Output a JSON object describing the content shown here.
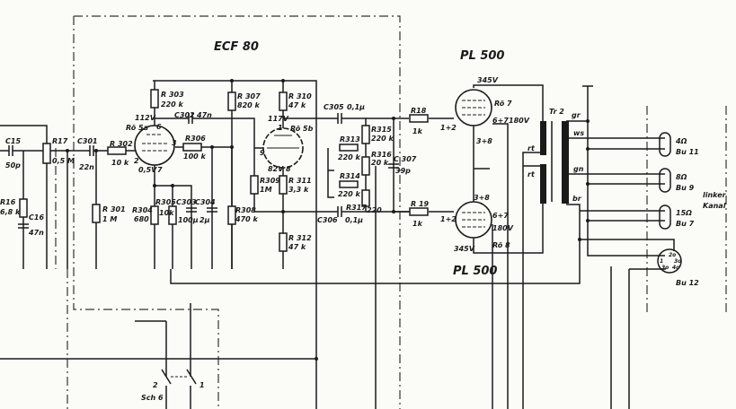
{
  "titles": {
    "ecf80": "ECF 80",
    "pl500_top": "PL 500",
    "pl500_bottom": "PL 500",
    "channel_line1": "linker",
    "channel_line2": "Kanal"
  },
  "components": {
    "C15": {
      "ref": "C15",
      "value": "50p"
    },
    "R16": {
      "ref": "R16",
      "value": "6,8 k"
    },
    "C16": {
      "ref": "C16",
      "value": "47n"
    },
    "R17": {
      "ref": "R17",
      "value": "0,5 M"
    },
    "C301": {
      "ref": "C301",
      "value": "22n"
    },
    "R301": {
      "ref": "R 301",
      "value": "1 M"
    },
    "R302": {
      "ref": "R 302",
      "value": "10 k"
    },
    "R303": {
      "ref": "R 303",
      "value": "220 k"
    },
    "C302": {
      "ref": "C302",
      "value": "47n"
    },
    "R304": {
      "ref": "R304",
      "value": "680"
    },
    "R305": {
      "ref": "R305",
      "value": "10k"
    },
    "C303": {
      "ref": "C303",
      "value": "100µ"
    },
    "C304": {
      "ref": "C304",
      "value": "2µ"
    },
    "R306": {
      "ref": "R306",
      "value": "100 k"
    },
    "R307": {
      "ref": "R 307",
      "value": "820 k"
    },
    "R308": {
      "ref": "R308",
      "value": "470 k"
    },
    "R309": {
      "ref": "R309",
      "value": "1M"
    },
    "R310": {
      "ref": "R 310",
      "value": "47 k"
    },
    "R311": {
      "ref": "R 311",
      "value": "3,3 k"
    },
    "R312": {
      "ref": "R 312",
      "value": "47 k"
    },
    "C305": {
      "ref": "C305",
      "value": "0,1µ"
    },
    "C306": {
      "ref": "C306",
      "value": "0,1µ"
    },
    "R313": {
      "ref": "R313",
      "value": "220 k"
    },
    "R314": {
      "ref": "R314",
      "value": "220 k"
    },
    "R315": {
      "ref": "R315",
      "value": "220 k"
    },
    "R316": {
      "ref": "R316",
      "value": "20 k"
    },
    "R317": {
      "ref": "R317",
      "value": "220"
    },
    "C307": {
      "ref": "C 307",
      "value": "39p"
    },
    "R18": {
      "ref": "R18",
      "value": "1k"
    },
    "R19": {
      "ref": "R 19",
      "value": "1k"
    },
    "Tr2": {
      "ref": "Tr 2"
    }
  },
  "tubes": {
    "ro5a": {
      "ref": "Rö 5a",
      "v_anode": "112V",
      "v_cathode": "0,5V",
      "pin_anode": "6",
      "pin_grid": "2",
      "pin_cathode": "7",
      "pin_out": "3"
    },
    "ro5b": {
      "ref": "Rö 5b",
      "v_anode": "117V",
      "v_cathode": "82V",
      "pin_anode": "1",
      "pin_grid": "9",
      "pin_cathode": "8"
    },
    "ro7": {
      "ref": "Rö 7",
      "v_anode": "345V",
      "v_screen": "180V",
      "pin_grid": "1+2",
      "pin_cathode": "3+8",
      "pin_screen": "6+7"
    },
    "ro8": {
      "ref": "Rö 8",
      "v_anode": "345V",
      "v_screen": "180V",
      "pin_grid": "1+2",
      "pin_cathode": "3+8",
      "pin_screen": "6+7"
    }
  },
  "transformer_taps": {
    "gr": "gr",
    "ws": "ws",
    "gn": "gn",
    "br": "br",
    "rt1": "rt",
    "rt2": "rt"
  },
  "outputs": [
    {
      "impedance": "4Ω",
      "socket": "Bu 11"
    },
    {
      "impedance": "8Ω",
      "socket": "Bu 9"
    },
    {
      "impedance": "15Ω",
      "socket": "Bu 7"
    }
  ],
  "din_socket": {
    "ref": "Bu 12",
    "pins": [
      "2o",
      "1",
      "3o",
      "3o",
      "4o"
    ]
  },
  "switch": {
    "ref": "Sch 6",
    "pin_left": "2",
    "pin_right": "1"
  }
}
